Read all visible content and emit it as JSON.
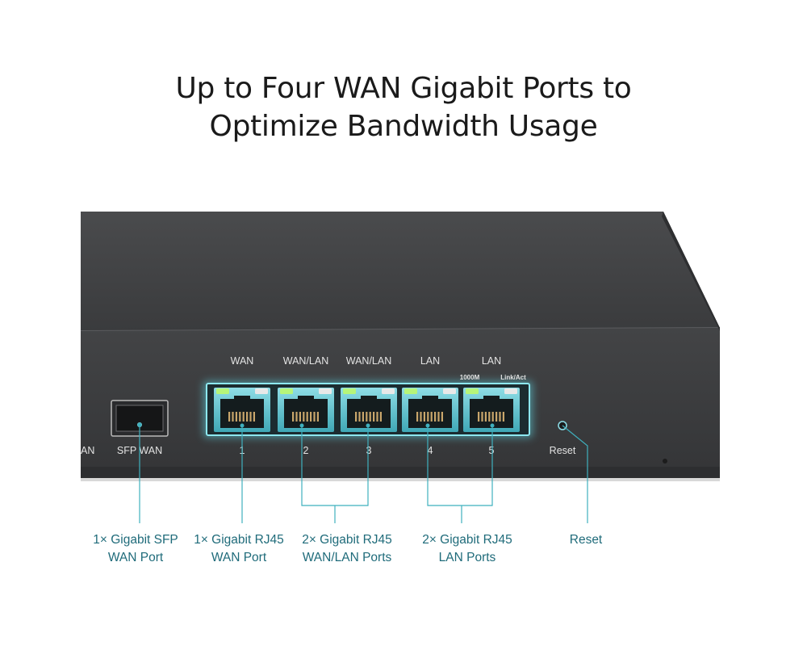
{
  "headline": {
    "line1": "Up to Four WAN Gigabit Ports to",
    "line2": "Optimize Bandwidth Usage"
  },
  "panel_labels": {
    "partial_left": "AN",
    "sfp": "SFP WAN",
    "port_wan": "WAN",
    "port_wanlan_a": "WAN/LAN",
    "port_wanlan_b": "WAN/LAN",
    "port_lan_a": "LAN",
    "port_lan_b": "LAN",
    "led_speed": "1000M",
    "led_link": "Link/Act",
    "reset": "Reset",
    "num1": "1",
    "num2": "2",
    "num3": "3",
    "num4": "4",
    "num5": "5"
  },
  "callouts": {
    "sfp": {
      "line1": "1× Gigabit SFP",
      "line2": "WAN Port"
    },
    "wan": {
      "line1": "1× Gigabit RJ45",
      "line2": "WAN Port"
    },
    "wanlan": {
      "line1": "2× Gigabit RJ45",
      "line2": "WAN/LAN Ports"
    },
    "lan": {
      "line1": "2× Gigabit RJ45",
      "line2": "LAN Ports"
    },
    "reset": {
      "line1": "Reset"
    }
  },
  "colors": {
    "accent": "#2fa8b8",
    "device_body": "#3c3d3f",
    "label_text": "#1f6b7a"
  }
}
